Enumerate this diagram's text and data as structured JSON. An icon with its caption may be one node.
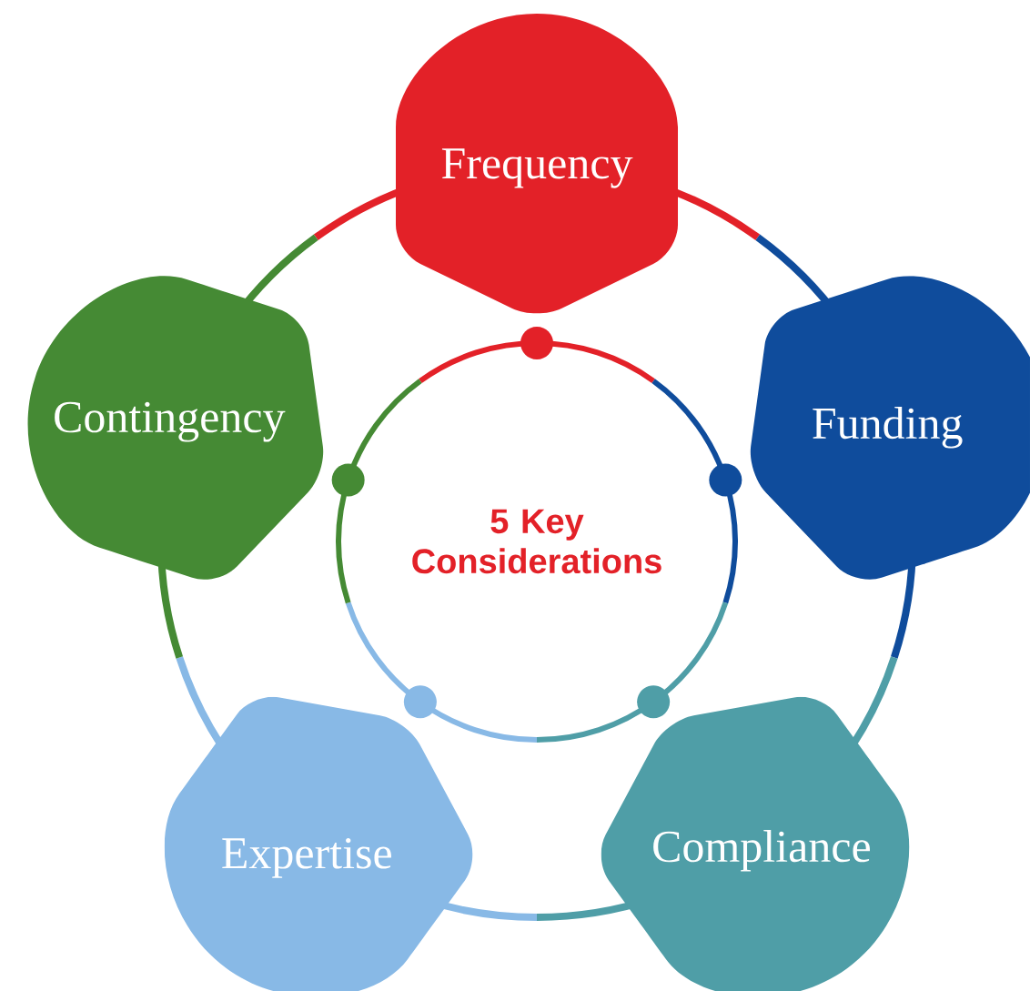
{
  "diagram": {
    "nodes": [
      {
        "text": [
          "5 Key Considerations"
        ]
      },
      {
        "text": [
          "Frequency"
        ]
      },
      {
        "text": [
          "Funding"
        ]
      },
      {
        "text": [
          "Compliance"
        ]
      },
      {
        "text": [
          "Expertise"
        ]
      },
      {
        "text": [
          "Contingency"
        ]
      }
    ]
  }
}
